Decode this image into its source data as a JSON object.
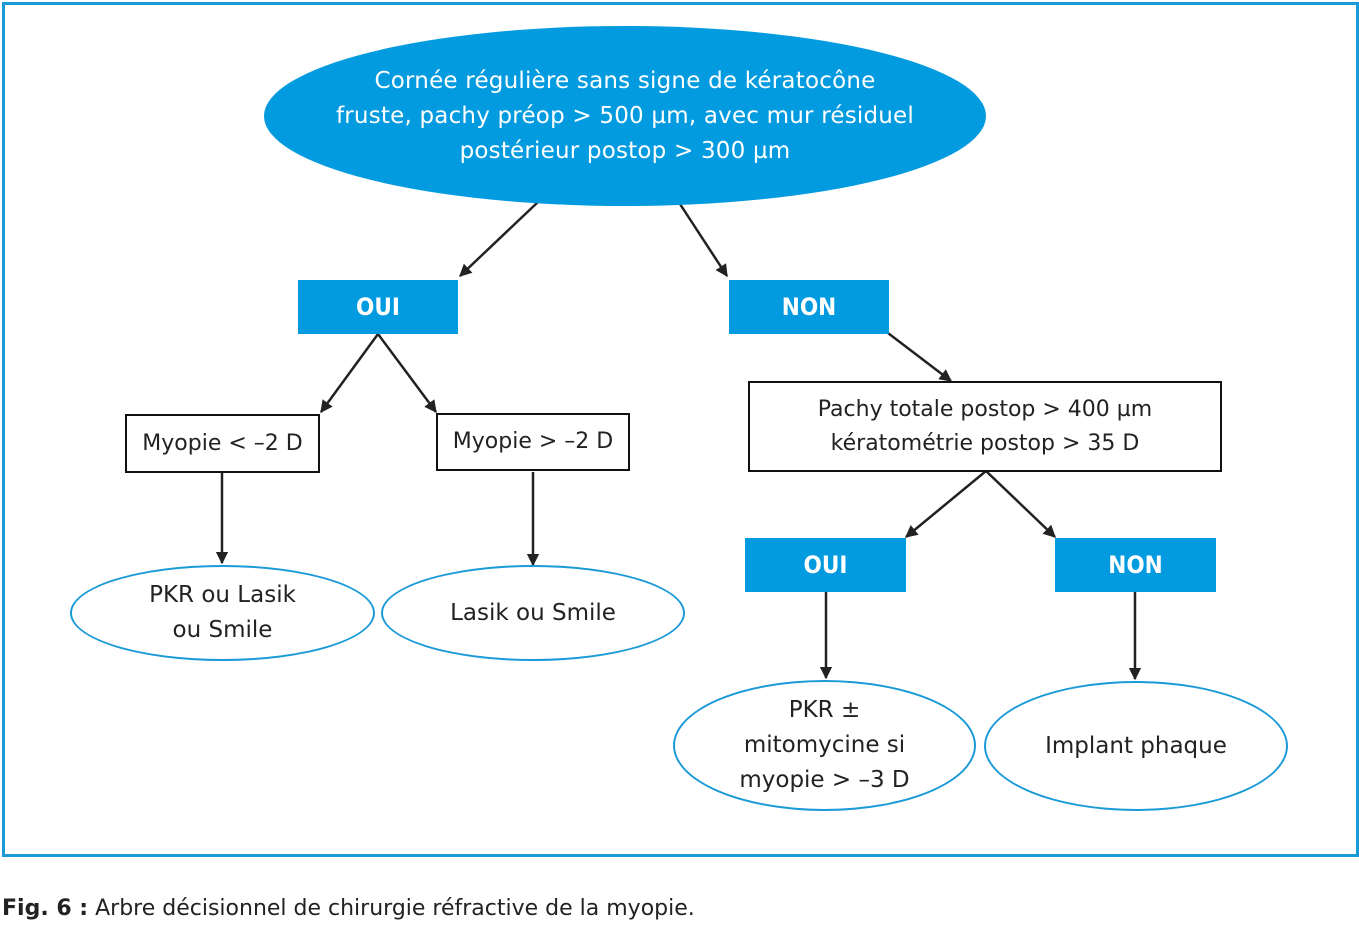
{
  "root": {
    "line1": "Cornée régulière sans signe de kératocône",
    "line2": "fruste, pachy préop > 500 µm, avec mur résiduel",
    "line3": "postérieur postop > 300 µm"
  },
  "tag_oui_1": "OUI",
  "tag_non_1": "NON",
  "box_myopie_low": "Myopie < –2 D",
  "box_myopie_high": "Myopie > –2 D",
  "box_pachy": {
    "line1": "Pachy totale postop > 400 µm",
    "line2": "kératométrie postop > 35 D"
  },
  "tag_oui_2": "OUI",
  "tag_non_2": "NON",
  "oval_pkr_lasik": {
    "line1": "PKR ou Lasik",
    "line2": "ou Smile"
  },
  "oval_lasik_smile": "Lasik ou Smile",
  "oval_pkr_mito": {
    "line1": "PKR ±",
    "line2": "mitomycine si",
    "line3": "myopie > –3 D"
  },
  "oval_implant": "Implant phaque",
  "caption": {
    "label": "Fig. 6 :",
    "text": " Arbre décisionnel de chirurgie réfractive de la myopie."
  },
  "colors": {
    "accent": "#039be0",
    "frame": "#1b9ad8",
    "line": "#222222"
  }
}
